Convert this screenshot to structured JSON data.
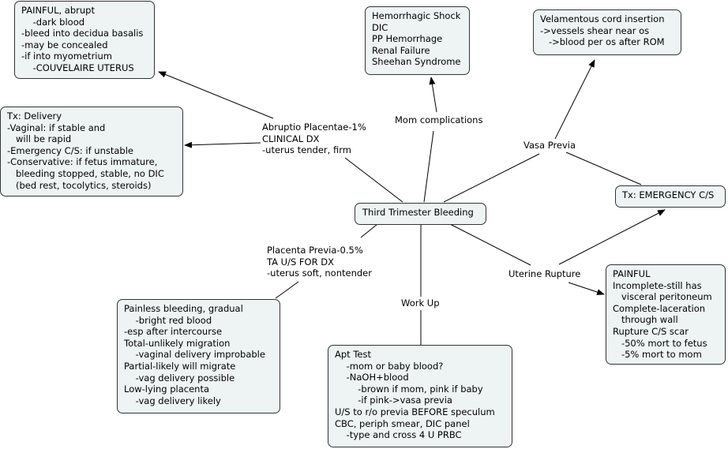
{
  "central": "Third Trimester Bleeding",
  "links": {
    "abruptio": [
      "Abruptio Placentae-1%",
      "CLINICAL DX",
      "-uterus tender, firm"
    ],
    "mom": "Mom complications",
    "vasa": "Vasa Previa",
    "previa": [
      "Placenta Previa-0.5%",
      "TA U/S FOR DX",
      "-uterus soft, nontender"
    ],
    "workup": "Work Up",
    "rupture": "Uterine Rupture"
  },
  "nodes": {
    "abruptio_detail": [
      "PAINFUL, abrupt",
      "    -dark blood",
      "-bleed into decidua basalis",
      "-may be concealed",
      "-if into myometrium",
      "    -COUVELAIRE UTERUS"
    ],
    "tx_delivery": [
      "Tx: Delivery",
      "-Vaginal: if stable and",
      "   will be rapid",
      "-Emergency C/S: if unstable",
      "-Conservative: if fetus immature,",
      "   bleeding stopped, stable, no DIC",
      "   (bed rest, tocolytics, steroids)"
    ],
    "mom_comp": [
      "Hemorrhagic Shock",
      "DIC",
      "PP Hemorrhage",
      "Renal Failure",
      "Sheehan Syndrome"
    ],
    "vasa_detail": [
      "Velamentous cord insertion",
      "->vessels shear near os",
      "   ->blood per os after ROM"
    ],
    "tx_emergency": [
      "Tx: EMERGENCY C/S"
    ],
    "rupture_detail": [
      "PAINFUL",
      "Incomplete-still has",
      "   visceral peritoneum",
      "Complete-laceration",
      "   through wall",
      "Rupture C/S scar",
      "   -50% mort to fetus",
      "   -5% mort to mom"
    ],
    "previa_detail": [
      "Painless bleeding, gradual",
      "    -bright red blood",
      "-esp after intercourse",
      "Total-unlikely migration",
      "    -vaginal delivery improbable",
      "Partial-likely will migrate",
      "    -vag delivery possible",
      "Low-lying placenta",
      "    -vag delivery likely"
    ],
    "workup_detail": [
      "Apt Test",
      "    -mom or baby blood?",
      "    -NaOH+blood",
      "        -brown if mom, pink if baby",
      "        -if pink->vasa previa",
      "U/S to r/o previa BEFORE speculum",
      "CBC, periph smear, DIC panel",
      "    -type and cross 4 U PRBC"
    ]
  }
}
